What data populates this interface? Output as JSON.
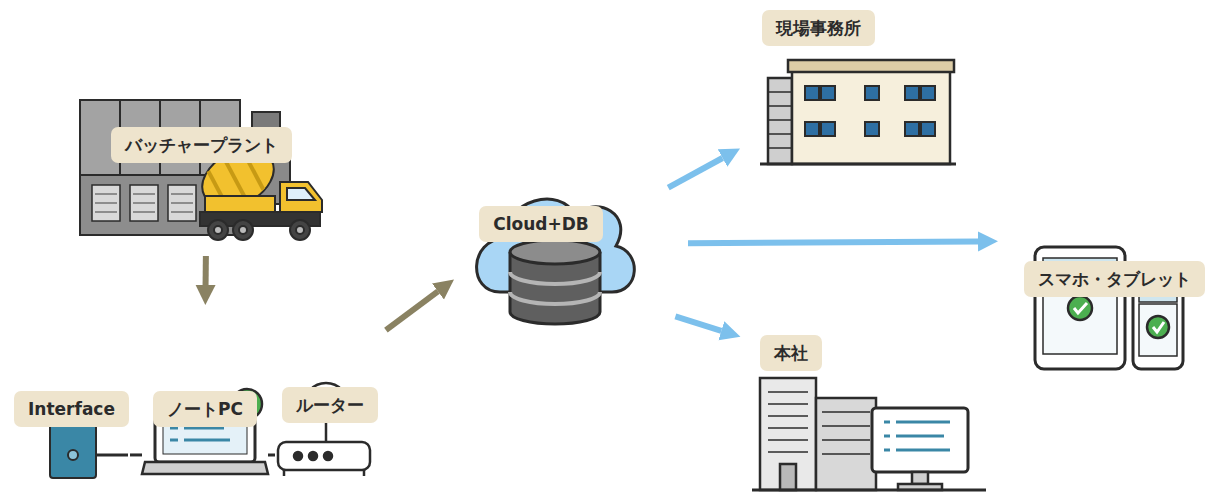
{
  "diagram": {
    "nodes": [
      {
        "text": [
          "バッチャープラント"
        ]
      },
      {
        "text": [
          "Interface"
        ]
      },
      {
        "text": [
          "ノートPC"
        ]
      },
      {
        "text": [
          "ルーター"
        ]
      },
      {
        "text": [
          "Cloud+DB"
        ]
      },
      {
        "text": [
          "現場事務所"
        ]
      },
      {
        "text": [
          "スマホ・タブレット"
        ]
      },
      {
        "text": [
          "本社"
        ]
      }
    ],
    "edges": [
      {
        "from": 0,
        "to": 2,
        "arrow": "to"
      },
      {
        "from": 1,
        "to": 2,
        "arrow": "none"
      },
      {
        "from": 2,
        "to": 3,
        "arrow": "none"
      },
      {
        "from": 3,
        "to": 4,
        "arrow": "to"
      },
      {
        "from": 4,
        "to": 5,
        "arrow": "to"
      },
      {
        "from": 4,
        "to": 6,
        "arrow": "to"
      },
      {
        "from": 4,
        "to": 7,
        "arrow": "to"
      }
    ]
  }
}
